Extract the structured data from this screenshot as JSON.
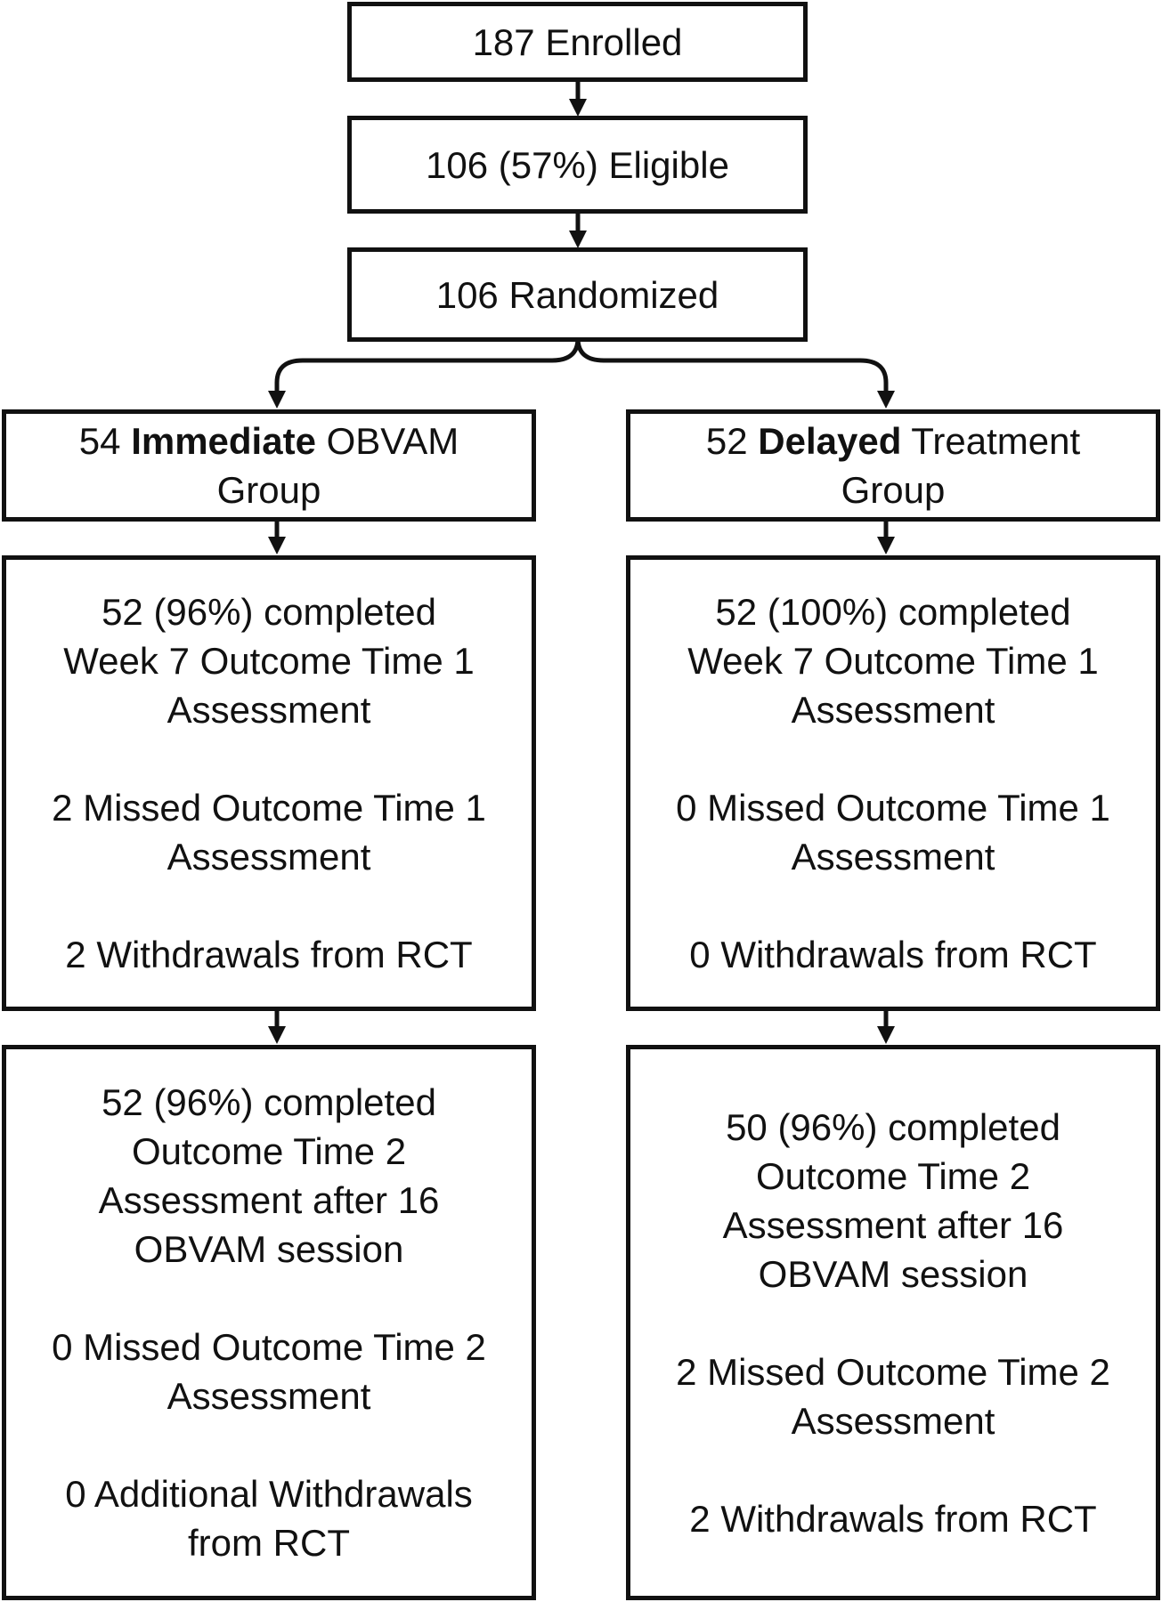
{
  "flow": {
    "enrolled": "187 Enrolled",
    "eligible": "106 (57%) Eligible",
    "randomized": "106 Randomized"
  },
  "immediate": {
    "header_count": "54",
    "header_bold": "Immediate",
    "header_rest": "OBVAM",
    "header_line2": "Group",
    "t1": {
      "completed": [
        "52 (96%) completed",
        "Week 7 Outcome Time 1",
        "Assessment"
      ],
      "missed": [
        "2 Missed Outcome Time 1",
        "Assessment"
      ],
      "withdrawals": [
        "2 Withdrawals from RCT"
      ]
    },
    "t2": {
      "completed": [
        "52 (96%) completed",
        "Outcome Time 2",
        "Assessment after 16",
        "OBVAM session"
      ],
      "missed": [
        "0 Missed Outcome Time 2",
        "Assessment"
      ],
      "withdrawals": [
        "0 Additional Withdrawals",
        "from RCT"
      ]
    }
  },
  "delayed": {
    "header_count": "52",
    "header_bold": "Delayed",
    "header_rest": "Treatment",
    "header_line2": "Group",
    "t1": {
      "completed": [
        "52 (100%) completed",
        "Week 7 Outcome Time 1",
        "Assessment"
      ],
      "missed": [
        "0 Missed Outcome Time 1",
        "Assessment"
      ],
      "withdrawals": [
        "0 Withdrawals from RCT"
      ]
    },
    "t2": {
      "completed": [
        "50 (96%) completed",
        "Outcome Time 2",
        "Assessment after 16",
        "OBVAM session"
      ],
      "missed": [
        "2 Missed Outcome Time 2",
        "Assessment"
      ],
      "withdrawals": [
        "2 Withdrawals from RCT"
      ]
    }
  }
}
